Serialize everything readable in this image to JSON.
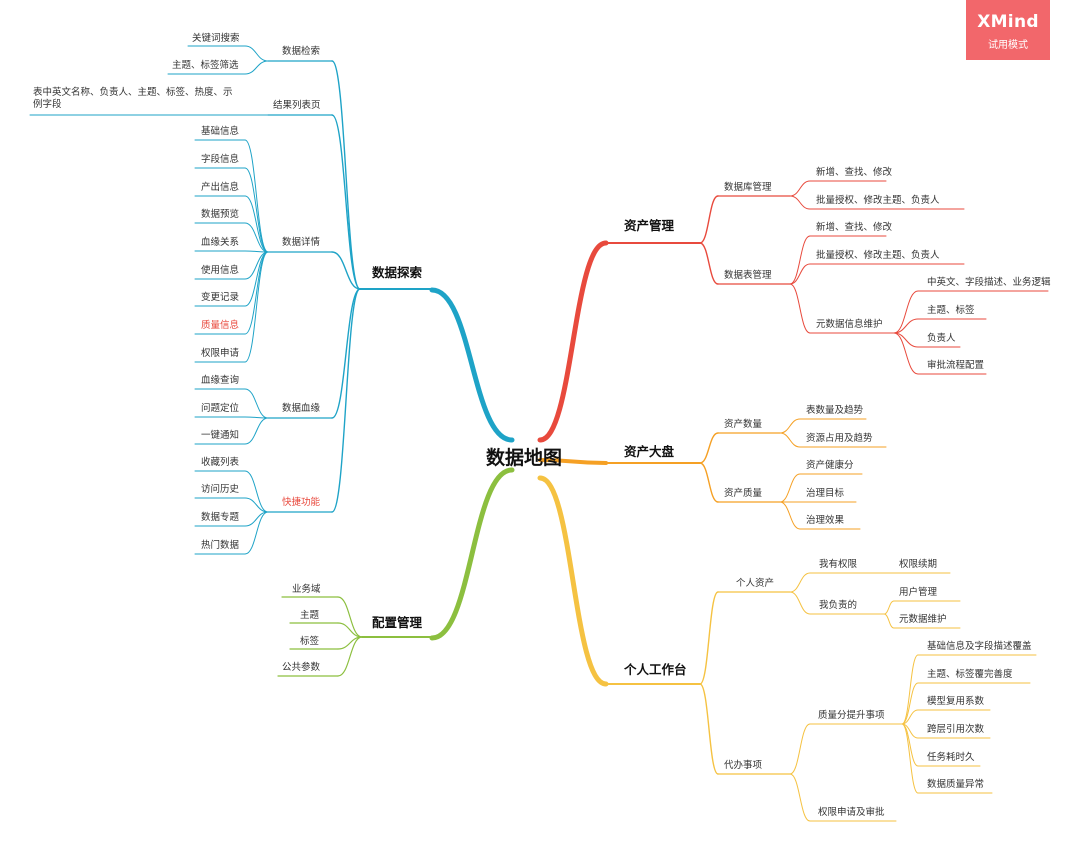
{
  "watermark": {
    "title": "XMind",
    "subtitle": "试用模式"
  },
  "palette": {
    "blue": "#1ea3c7",
    "red": "#e84a3d",
    "orange": "#f5a024",
    "yellow": "#f5c242",
    "green": "#8cbf3f",
    "highlight": "#e8463a"
  },
  "root": {
    "label": "数据地图"
  },
  "branches": {
    "explore": {
      "label": "数据探索",
      "search": {
        "label": "数据检索",
        "items": [
          "关键词搜索",
          "主题、标签筛选"
        ]
      },
      "results": {
        "label": "结果列表页",
        "detail": "表中英文名称、负责人、主题、标签、热度、示例字段"
      },
      "detail": {
        "label": "数据详情",
        "items": [
          "基础信息",
          "字段信息",
          "产出信息",
          "数据预览",
          "血缘关系",
          "使用信息",
          "变更记录",
          "质量信息",
          "权限申请"
        ]
      },
      "lineage": {
        "label": "数据血缘",
        "items": [
          "血缘查询",
          "问题定位",
          "一键通知"
        ]
      },
      "shortcut": {
        "label": "快捷功能",
        "items": [
          "收藏列表",
          "访问历史",
          "数据专题",
          "热门数据"
        ]
      }
    },
    "config": {
      "label": "配置管理",
      "items": [
        "业务域",
        "主题",
        "标签",
        "公共参数"
      ]
    },
    "asset": {
      "label": "资产管理",
      "db": {
        "label": "数据库管理",
        "items": [
          "新增、查找、修改",
          "批量授权、修改主题、负责人"
        ]
      },
      "table": {
        "label": "数据表管理",
        "items": [
          "新增、查找、修改",
          "批量授权、修改主题、负责人"
        ],
        "meta": {
          "label": "元数据信息维护",
          "items": [
            "中英文、字段描述、业务逻辑",
            "主题、标签",
            "负责人",
            "审批流程配置"
          ]
        }
      }
    },
    "overview": {
      "label": "资产大盘",
      "count": {
        "label": "资产数量",
        "items": [
          "表数量及趋势",
          "资源占用及趋势"
        ]
      },
      "quality": {
        "label": "资产质量",
        "items": [
          "资产健康分",
          "治理目标",
          "治理效果"
        ]
      }
    },
    "workbench": {
      "label": "个人工作台",
      "personal": {
        "label": "个人资产",
        "perm": {
          "label": "我有权限",
          "items": [
            "权限续期"
          ]
        },
        "owned": {
          "label": "我负责的",
          "items": [
            "用户管理",
            "元数据维护"
          ]
        }
      },
      "todo": {
        "label": "代办事项",
        "improve": {
          "label": "质量分提升事项",
          "items": [
            "基础信息及字段描述覆盖",
            "主题、标签覆完善度",
            "模型复用系数",
            "跨层引用次数",
            "任务耗时久",
            "数据质量异常"
          ]
        },
        "approval": {
          "label": "权限申请及审批"
        }
      }
    }
  }
}
